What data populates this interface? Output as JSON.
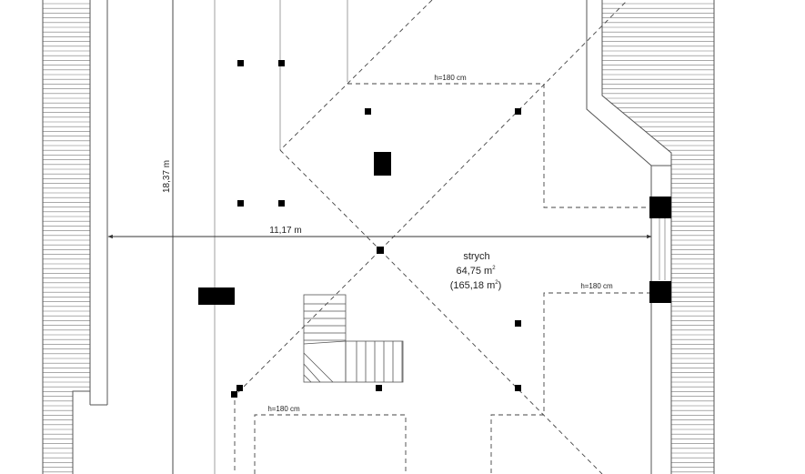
{
  "plan": {
    "dimensions": {
      "vertical": "18,37 m",
      "horizontal": "11,17 m"
    },
    "room": {
      "name": "strych",
      "area": "64,75 m",
      "area_sup": "2",
      "area_total_open": "(165,18 m",
      "area_total_sup": "2",
      "area_total_close": ")"
    },
    "heights": {
      "top": "h=180 cm",
      "right": "h=180 cm",
      "bottom": "h=180 cm"
    }
  }
}
